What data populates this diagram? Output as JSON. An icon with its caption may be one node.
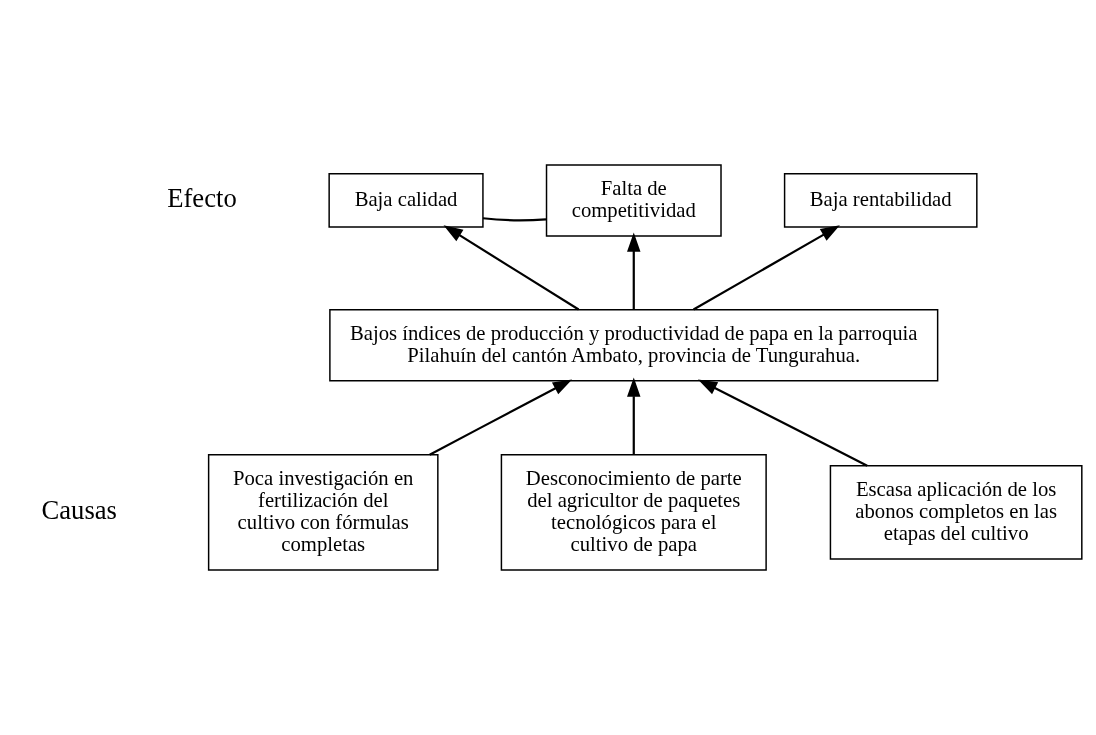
{
  "diagram": {
    "nodes": [
      {
        "text": [
          "Baja rentabilidad"
        ]
      },
      {
        "text": [
          "Baja calidad"
        ]
      },
      {
        "text": [
          "Falta de competitividad"
        ]
      },
      {
        "text": [
          "Bajos índices de producción y productividad de papa en la parroquia Pilahuín del cantón Ambato, provincia de Tungurahua."
        ]
      },
      {
        "text": [
          "Poca investigación en fertilización del cultivo con fórmulas completas"
        ]
      },
      {
        "text": [
          "Desconocimiento de parte del agricultor de paquetes tecnológicos para el cultivo de papa"
        ]
      },
      {
        "text": [
          "Escasa aplicación de los abonos completos en las etapas del cultivo"
        ]
      }
    ],
    "edges": [
      {
        "from": 3,
        "to": 0,
        "arrow": "to"
      },
      {
        "from": 1,
        "to": 2,
        "arrow": "none"
      },
      {
        "from": 3,
        "to": 1,
        "arrow": "to"
      },
      {
        "from": 3,
        "to": 2,
        "arrow": "to"
      },
      {
        "from": 4,
        "to": 3,
        "arrow": "to"
      },
      {
        "from": 5,
        "to": 3,
        "arrow": "to"
      },
      {
        "from": 6,
        "to": 3,
        "arrow": "to"
      }
    ],
    "labels": [
      "Efecto",
      "Causas"
    ]
  }
}
